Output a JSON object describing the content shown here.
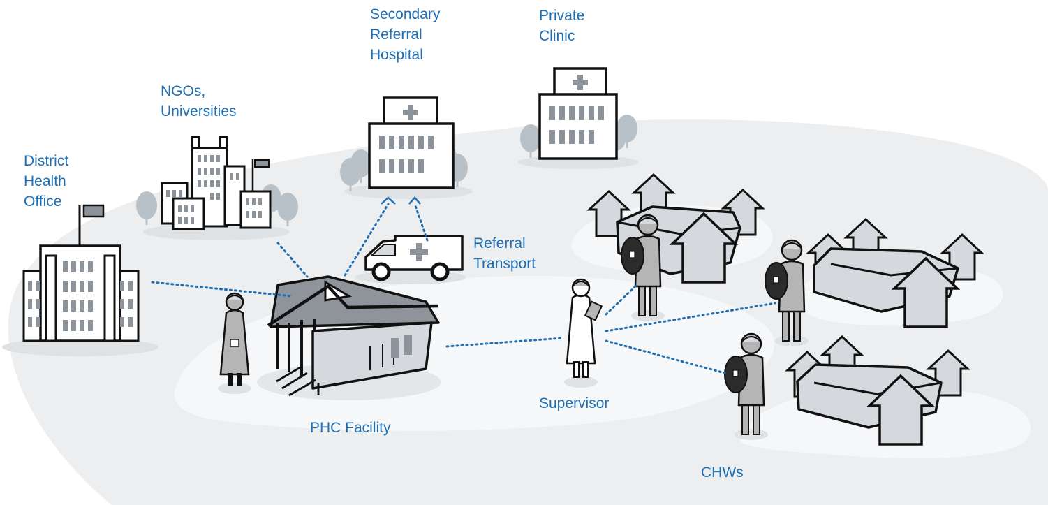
{
  "labels": {
    "district_health_office": "District\nHealth\nOffice",
    "ngos_universities": "NGOs,\nUniversities",
    "secondary_referral_hospital": "Secondary\nReferral\nHospital",
    "private_clinic": "Private\nClinic",
    "referral_transport": "Referral\nTransport",
    "phc_facility": "PHC Facility",
    "supervisor": "Supervisor",
    "chws": "CHWs"
  },
  "colors": {
    "label_text": "#1f6fb5",
    "background_ring": "#eceef0",
    "inner_ring": "#f6f7f8",
    "tree_fill": "#b8c1c8",
    "building_fill": "#ffffff",
    "house_fill": "#d5d9dd",
    "roof_fill": "#9aa0a6",
    "person_fill": "#b5b5b5",
    "link_dots": "#1f6fb5",
    "outline": "#111111"
  },
  "icons": [
    "district-office-icon",
    "ngo-university-buildings-icon",
    "hospital-icon",
    "private-clinic-icon",
    "ambulance-icon",
    "phc-facility-icon",
    "health-worker-icon",
    "supervisor-icon",
    "chw-icon",
    "household-cluster-icon"
  ]
}
